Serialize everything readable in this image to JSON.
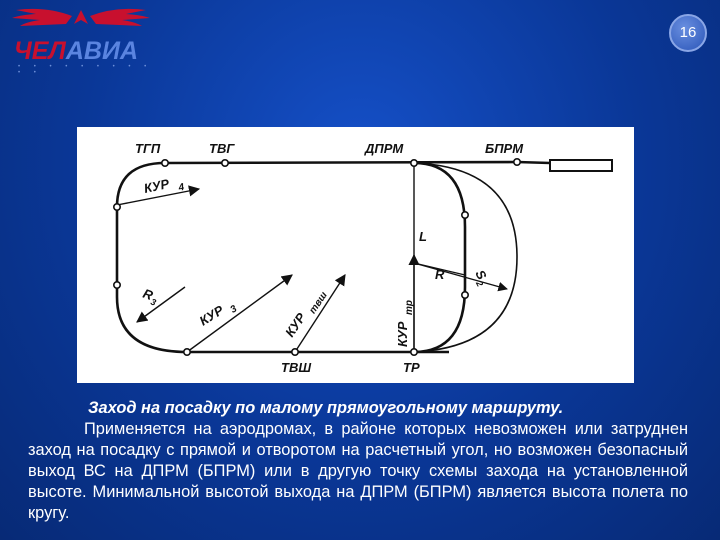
{
  "logo": {
    "text_main": "ЧЕЛ",
    "text_accent": "АВИА",
    "dots": "• • • • • • • • • • •"
  },
  "page_number": "16",
  "diagram": {
    "labels": {
      "tgp": "ТГП",
      "tvg": "ТВГ",
      "dprm": "ДПРМ",
      "bprm": "БПРМ",
      "kur4": "КУР",
      "kur4_sub": "4",
      "L": "L",
      "R": "R",
      "S2": "S",
      "S2_sub": "2",
      "R3": "R",
      "R3_sub": "3",
      "kur3": "КУР",
      "kur3_sub": "3",
      "kur_tvsh": "КУР",
      "kur_tvsh_sub": "твш",
      "kur_tr": "КУР",
      "kur_tr_sub": "тр",
      "tvsh": "ТВШ",
      "tr": "ТР"
    }
  },
  "caption": {
    "title": "Заход на посадку по малому прямоугольному маршруту.",
    "body": "Применяется на аэродромах, в районе которых невозможен или затруднен заход на посадку с прямой и отворотом на расчетный угол, но возможен безопасный выход ВС на ДПРМ (БПРМ) или в другую точку схемы захода на установленной высоте. Минимальной высотой выхода на ДПРМ (БПРМ) является высота полета по кругу."
  }
}
